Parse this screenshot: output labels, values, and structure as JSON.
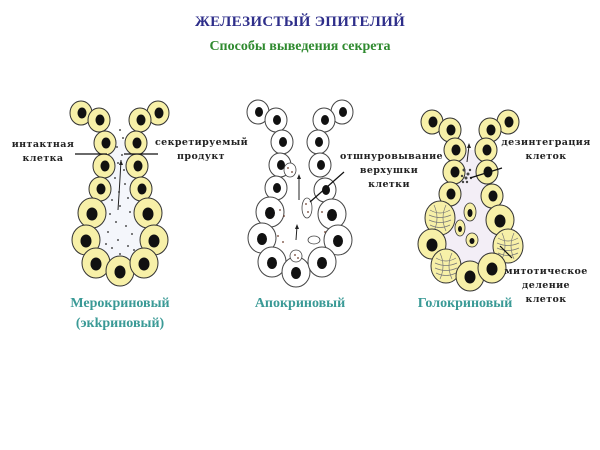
{
  "header": {
    "title": "ЖЕЛЕЗИСТЫЙ ЭПИТЕЛИЙ",
    "subtitle": "Способы выведения секрета"
  },
  "colors": {
    "title": "#2e2e8a",
    "subtitle": "#2f8a2f",
    "type_label": "#3a9a96",
    "cell_yellow": "#f7f0a8",
    "cell_white": "#ffffff",
    "nucleus": "#111111"
  },
  "diagrams": [
    {
      "type_label_line1": "Мерокриновый",
      "type_label_line2": "(экkриновый)",
      "annotations": [
        {
          "line1": "интактная",
          "line2": "клетка"
        },
        {
          "line1": "секретируемый",
          "line2": "продукт"
        }
      ]
    },
    {
      "type_label_line1": "Апокриновый",
      "annotations": [
        {
          "line1": "отшнуровывание",
          "line2": "верхушки клетки"
        }
      ]
    },
    {
      "type_label_line1": "Голокриновый",
      "annotations": [
        {
          "line1": "дезинтеграция",
          "line2": "клеток"
        },
        {
          "line1": "митотическое",
          "line2": "деление клеток"
        }
      ]
    }
  ]
}
